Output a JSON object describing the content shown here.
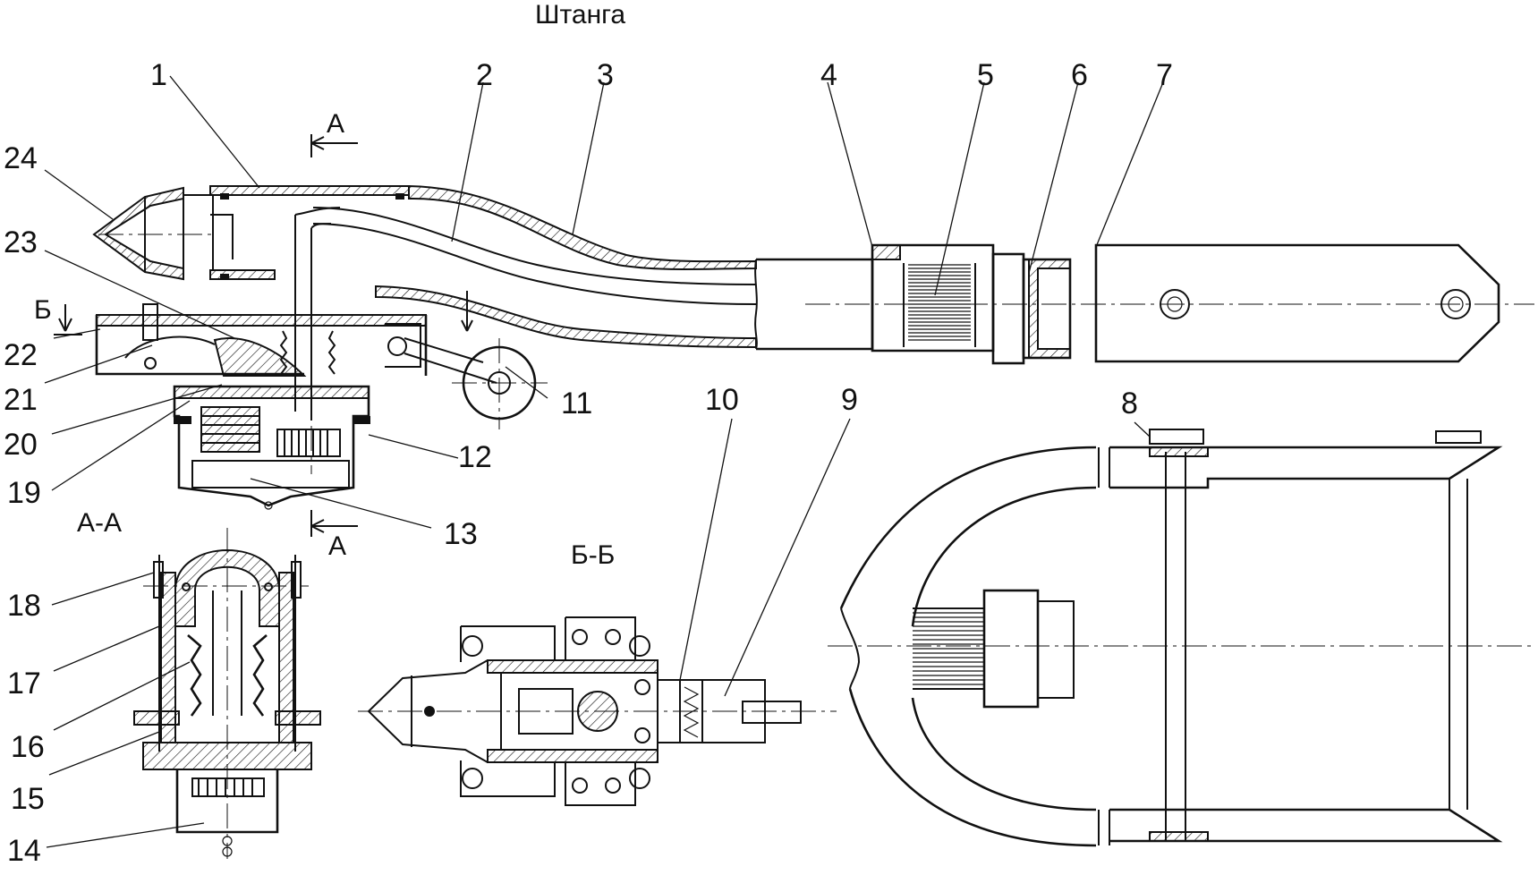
{
  "title": "Штанга",
  "section_labels": {
    "aa": "А-А",
    "bb": "Б-Б",
    "a_top": "А",
    "a_bottom": "А",
    "b_mark": "Б"
  },
  "callouts": [
    {
      "id": "c1",
      "text": "1"
    },
    {
      "id": "c2",
      "text": "2"
    },
    {
      "id": "c3",
      "text": "3"
    },
    {
      "id": "c4",
      "text": "4"
    },
    {
      "id": "c5",
      "text": "5"
    },
    {
      "id": "c6",
      "text": "6"
    },
    {
      "id": "c7",
      "text": "7"
    },
    {
      "id": "c8",
      "text": "8"
    },
    {
      "id": "c9",
      "text": "9"
    },
    {
      "id": "c10",
      "text": "10"
    },
    {
      "id": "c11",
      "text": "11"
    },
    {
      "id": "c12",
      "text": "12"
    },
    {
      "id": "c13",
      "text": "13"
    },
    {
      "id": "c14",
      "text": "14"
    },
    {
      "id": "c15",
      "text": "15"
    },
    {
      "id": "c16",
      "text": "16"
    },
    {
      "id": "c17",
      "text": "17"
    },
    {
      "id": "c18",
      "text": "18"
    },
    {
      "id": "c19",
      "text": "19"
    },
    {
      "id": "c20",
      "text": "20"
    },
    {
      "id": "c21",
      "text": "21"
    },
    {
      "id": "c22",
      "text": "22"
    },
    {
      "id": "c23",
      "text": "23"
    },
    {
      "id": "c24",
      "text": "24"
    }
  ],
  "colors": {
    "ink": "#111111",
    "paper": "#ffffff"
  }
}
